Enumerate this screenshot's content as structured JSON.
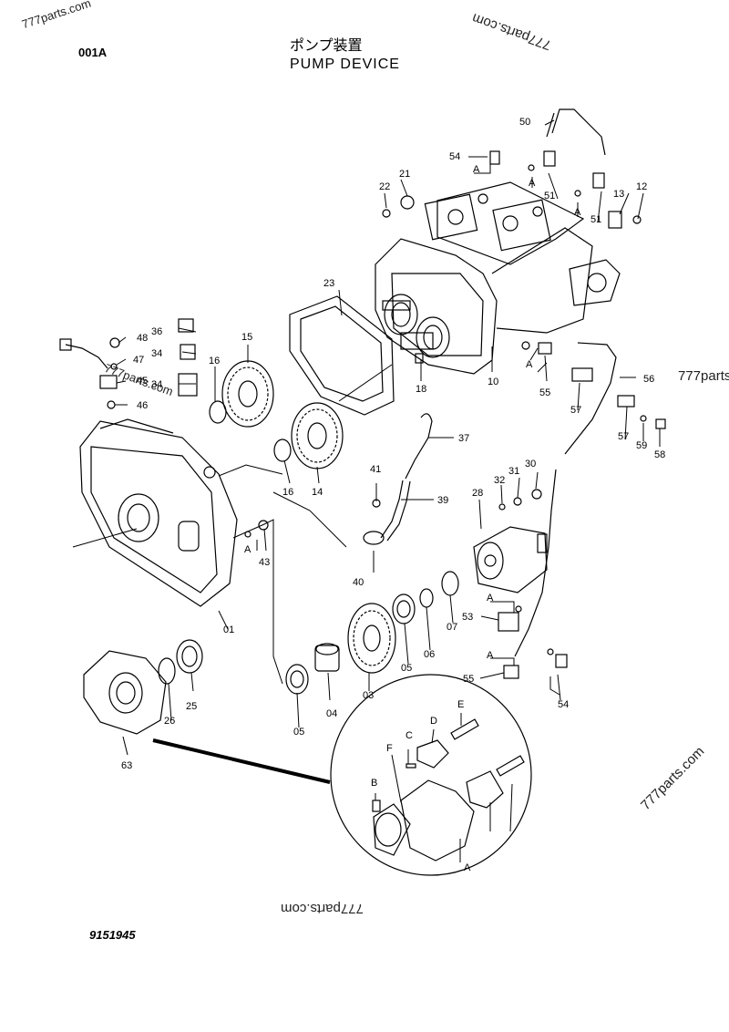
{
  "header": {
    "page_code": "001A",
    "title_jp": "ポンプ装置",
    "title_en": "PUMP DEVICE"
  },
  "document_number": "9151945",
  "watermarks": [
    "777parts.com",
    "777parts.com",
    "777parts",
    "777parts.com",
    "777parts.com",
    "777parts.com"
  ],
  "callouts": {
    "c01": "01",
    "c03": "03",
    "c04": "04",
    "c05a": "05",
    "c05b": "05",
    "c06": "06",
    "c07": "07",
    "c10": "10",
    "c12": "12",
    "c13": "13",
    "c14": "14",
    "c15": "15",
    "c16a": "16",
    "c16b": "16",
    "c18": "18",
    "c21": "21",
    "c22": "22",
    "c23": "23",
    "c25": "25",
    "c26": "26",
    "c28": "28",
    "c30": "30",
    "c31": "31",
    "c32": "32",
    "c34a": "34",
    "c34b": "34",
    "c36": "36",
    "c37": "37",
    "c39": "39",
    "c40": "40",
    "c41": "41",
    "c43": "43",
    "c45": "45",
    "c46": "46",
    "c47": "47",
    "c48": "48",
    "c50": "50",
    "c51a": "51",
    "c51b": "51",
    "c53": "53",
    "c54a": "54",
    "c54b": "54",
    "c55a": "55",
    "c55b": "55",
    "c56": "56",
    "c57a": "57",
    "c57b": "57",
    "c58": "58",
    "c59": "59",
    "c63": "63",
    "A1": "A",
    "A2": "A",
    "A3": "A",
    "A4": "A",
    "A5": "A",
    "A6": "A",
    "A7": "A",
    "A8": "A",
    "B": "B",
    "C": "C",
    "D": "D",
    "E": "E",
    "F": "F"
  }
}
